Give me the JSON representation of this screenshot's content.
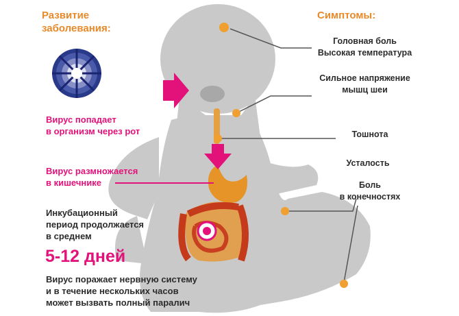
{
  "left": {
    "title_line1": "Развитие",
    "title_line2": "заболевания:",
    "virus_enters_line1": "Вирус попадает",
    "virus_enters_line2": "в организм через рот",
    "virus_multiplies_line1": "Вирус размножается",
    "virus_multiplies_line2": "в кишечнике",
    "incubation_line1": "Инкубационный",
    "incubation_line2": "период продолжается",
    "incubation_line3": "в среднем",
    "incubation_days": "5-12 дней",
    "paralysis_line1": "Вирус поражает нервную систему",
    "paralysis_line2": "и в течение нескольких часов",
    "paralysis_line3": "может вызвать полный паралич"
  },
  "right": {
    "title": "Симптомы:",
    "symptom_headache": "Головная боль",
    "symptom_fever": "Высокая температура",
    "symptom_neck_line1": "Сильное напряжение",
    "symptom_neck_line2": "мышц шеи",
    "symptom_nausea": "Тошнота",
    "symptom_fatigue": "Усталость",
    "symptom_limbs_line1": "Боль",
    "symptom_limbs_line2": "в конечностях"
  },
  "colors": {
    "orange": "#e8892a",
    "magenta": "#e2127a",
    "body_silhouette": "#c8c8c8",
    "dot": "#f0a030"
  }
}
